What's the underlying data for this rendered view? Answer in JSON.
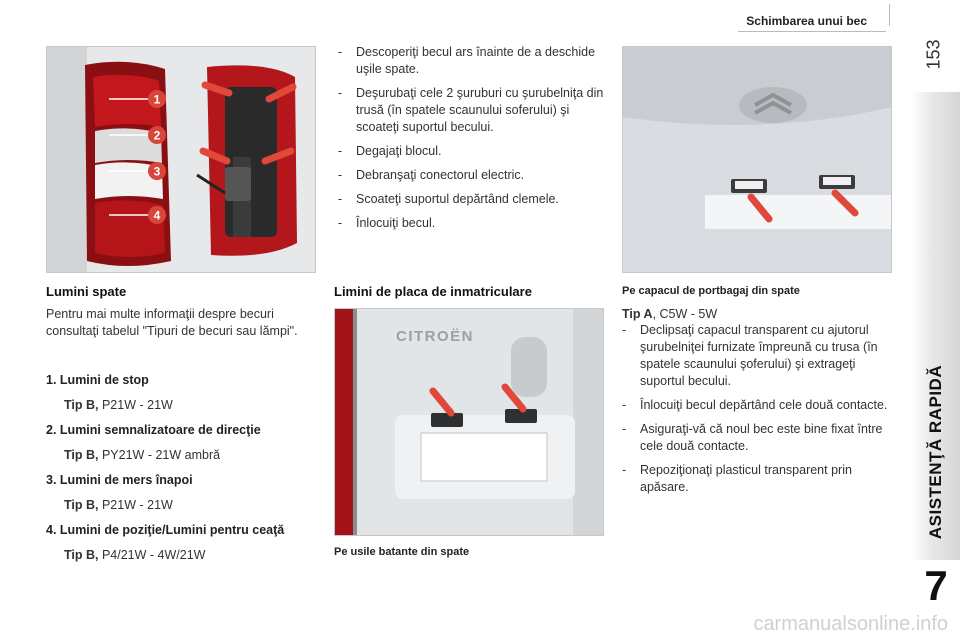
{
  "header": {
    "title": "Schimbarea unui bec"
  },
  "sidebar": {
    "page_number": "153",
    "section": "ASISTENŢĂ RAPIDĂ",
    "chapter": "7"
  },
  "images": {
    "rear_lamp": {
      "callouts": [
        "1",
        "2",
        "3",
        "4"
      ]
    }
  },
  "col1": {
    "steps": [
      "Descoperiţi becul ars înainte de a deschide uşile spate.",
      "Deşurubaţi cele 2 şuruburi cu şurubelniţa din trusă (în spatele scaunului soferului) şi scoateţi suportul becului.",
      "Degajaţi blocul.",
      "Debranşaţi conectorul electric.",
      "Scoateţi suportul depărtând clemele.",
      "Înlocuiţi becul."
    ]
  },
  "rear_lights": {
    "title": "Lumini spate",
    "intro": "Pentru mai multe informaţii despre becuri consultaţi tabelul \"Tipuri de becuri sau lămpi\".",
    "items": [
      {
        "num": "1.",
        "name": "Lumini de stop",
        "type_label": "Tip B,",
        "type_value": " P21W - 21W"
      },
      {
        "num": "2.",
        "name": "Lumini semnalizatoare de direcţie",
        "type_label": "Tip B,",
        "type_value": " PY21W - 21W ambră"
      },
      {
        "num": "3.",
        "name": "Lumini de mers înapoi",
        "type_label": "Tip B,",
        "type_value": " P21W - 21W"
      },
      {
        "num": "4.",
        "name": "Lumini de poziţie/Lumini pentru ceaţă",
        "type_label": "Tip B,",
        "type_value": " P4/21W - 4W/21W"
      }
    ]
  },
  "plate_lights": {
    "title": "Limini de placa de inmatriculare",
    "caption_doors": "Pe usile batante din spate",
    "door_brand": "CITROËN"
  },
  "tailgate": {
    "caption": "Pe capacul de portbagaj din spate",
    "type_label": "Tip A",
    "type_value": ", C5W - 5W",
    "steps": [
      "Declipsaţi capacul transparent cu ajutorul şurubelniţei furnizate împreună cu trusa (în spatele scaunului şoferului) şi extrageţi suportul becului.",
      "Înlocuiţi becul depărtând cele două contacte.",
      "Asiguraţi-vă că noul bec este bine fixat între cele două contacte.",
      "Repoziţionaţi plasticul transparent prin apăsare."
    ]
  },
  "watermark": "carmanualsonline.info",
  "colors": {
    "lamp_red": "#b3161b",
    "arrow_red": "#e0483a",
    "callout": "#d8453a"
  }
}
